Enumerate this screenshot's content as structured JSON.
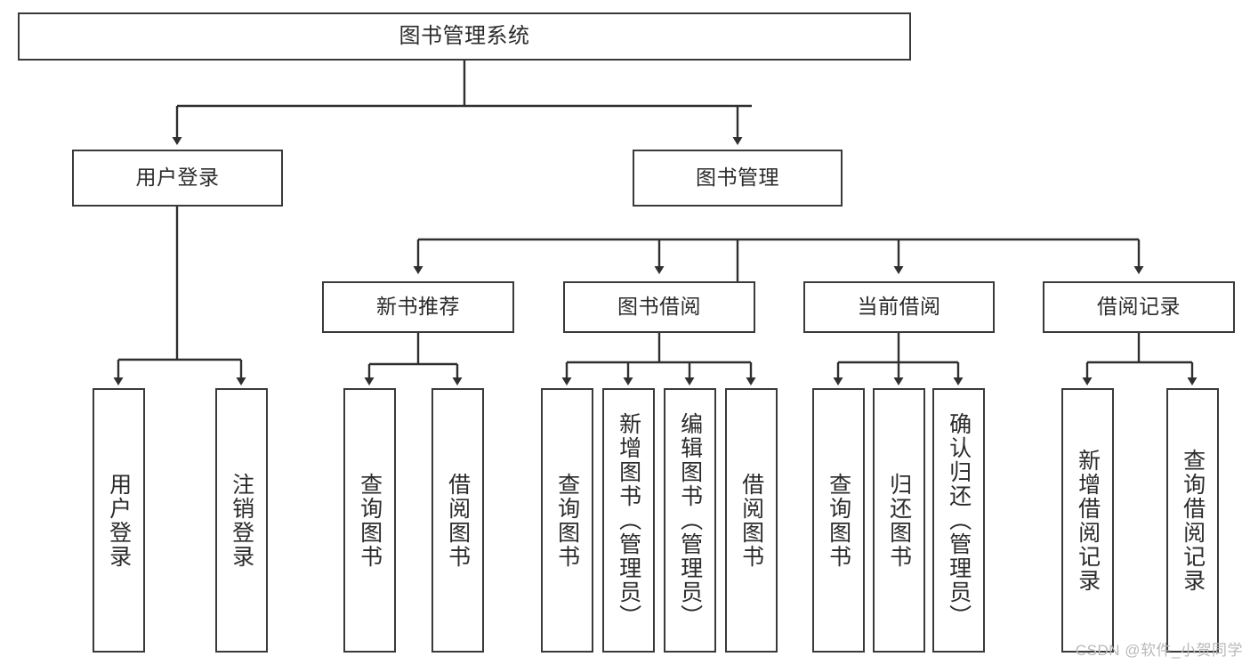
{
  "diagram": {
    "title": "图书管理系统",
    "watermark": "CSDN @软件_小贺同学",
    "colors": {
      "box_border": "#3a3a3a",
      "box_fill": "#ffffff",
      "connector": "#2f2f2f",
      "text": "#2b2b2b",
      "watermark": "#b9b9b9",
      "background": "#ffffff"
    },
    "levels": {
      "level1": {
        "root_label": "图书管理系统"
      },
      "level2": [
        {
          "label": "用户登录"
        },
        {
          "label": "图书管理"
        }
      ],
      "level3": [
        {
          "label": "新书推荐"
        },
        {
          "label": "图书借阅"
        },
        {
          "label": "当前借阅"
        },
        {
          "label": "借阅记录"
        }
      ],
      "leaves": {
        "user_login": [
          {
            "label": "用户登录"
          },
          {
            "label": "注销登录"
          }
        ],
        "new_book_recommend": [
          {
            "label": "查询图书"
          },
          {
            "label": "借阅图书"
          }
        ],
        "book_borrow": [
          {
            "label": "查询图书"
          },
          {
            "label": "新增图书（管理员）"
          },
          {
            "label": "编辑图书（管理员）"
          },
          {
            "label": "借阅图书"
          }
        ],
        "current_borrow": [
          {
            "label": "查询图书"
          },
          {
            "label": "归还图书"
          },
          {
            "label": "确认归还（管理员）"
          }
        ],
        "borrow_record": [
          {
            "label": "新增借阅记录"
          },
          {
            "label": "查询借阅记录"
          }
        ]
      }
    }
  }
}
